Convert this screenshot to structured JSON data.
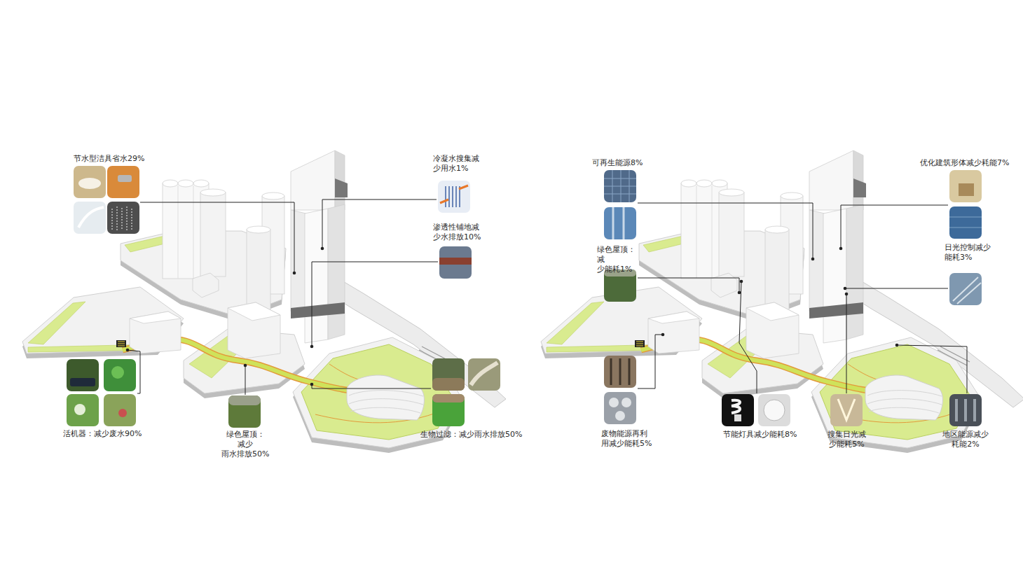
{
  "diagram": {
    "labels": [
      "节水型洁具省水29%",
      "冷凝水搜集减 少用水1%",
      "渗透性铺地减 少水排放10%",
      "活机器：减少废水90%",
      "绿色屋顶：减少 雨水排放50%",
      "生物过滤：减少雨水排放50%",
      "可再生能源8%",
      "优化建筑形体减少耗能7%",
      "绿色屋顶：减 少能耗1%",
      "日光控制减少 能耗3%",
      "废物能源再利 用减少能耗5%",
      "节能灯具减少能耗8%",
      "搜集日光减 少能耗5%",
      "地区能源减少 耗能2%"
    ]
  }
}
